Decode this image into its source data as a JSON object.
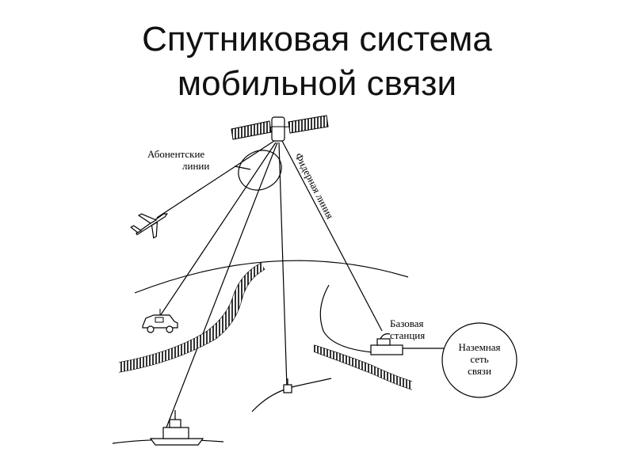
{
  "slide": {
    "title_line1": "Спутниковая система",
    "title_line2": "мобильной связи"
  },
  "diagram": {
    "subscriber_lines_line1": "Абонентские",
    "subscriber_lines_line2": "линии",
    "feeder_line": "Фидерная линия",
    "base_station_line1": "Базовая",
    "base_station_line2": "станция",
    "ground_network_line1": "Наземная",
    "ground_network_line2": "сеть",
    "ground_network_line3": "связи"
  }
}
